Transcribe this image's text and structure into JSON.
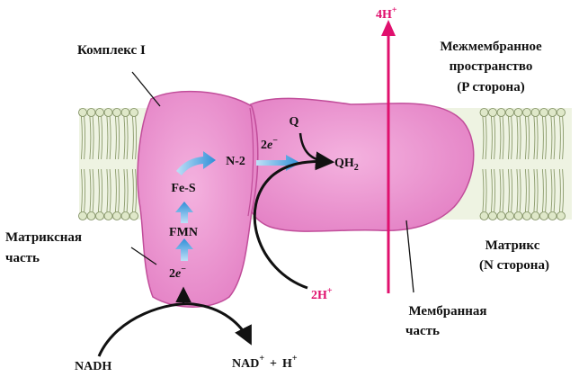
{
  "colors": {
    "protein": "#ec8fcf",
    "protein_edge": "#c14d9a",
    "membrane": "#dfe8c9",
    "accent": "#e0106e",
    "electron_arrow": "#3a9be0",
    "text": "#111111"
  },
  "labels": {
    "complex": "Комплекс I",
    "intermembrane": [
      "Межмембранное",
      "пространство",
      "(P сторона)"
    ],
    "matrix_side": [
      "Матрикс",
      "(N сторона)"
    ],
    "matrix_part": [
      "Матриксная",
      "часть"
    ],
    "membrane_part": [
      "Мембранная",
      "часть"
    ]
  },
  "molecules": {
    "fes": "Fe-S",
    "fmn": "FMN",
    "n2": "N-2",
    "q": "Q",
    "qh2_base": "QH",
    "qh2_sub": "2",
    "e_count": "2",
    "e_symbol": "e",
    "e_charge": "−",
    "nadh": "NADH",
    "nad_base": "NAD",
    "plus_sup": "+",
    "plus_sign": "+",
    "h_base": "H",
    "proton_4": "4H",
    "proton_2": "2H"
  }
}
